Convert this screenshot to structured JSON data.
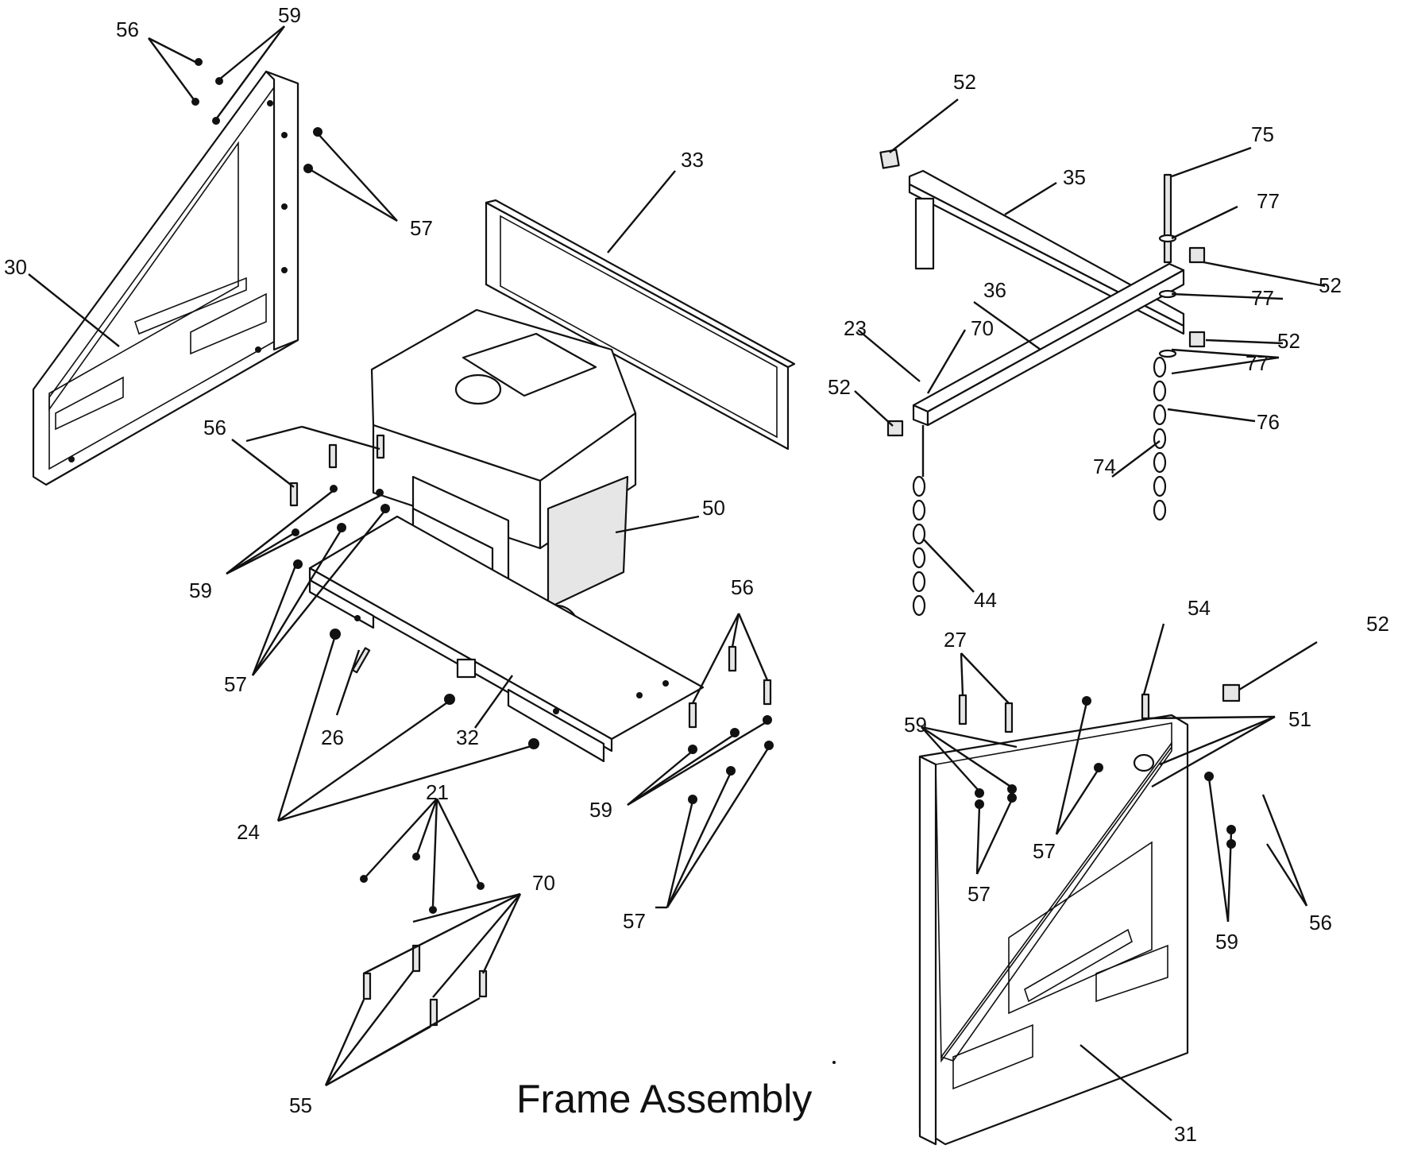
{
  "title": "Frame Assembly",
  "callouts": [
    "56",
    "59",
    "57",
    "30",
    "33",
    "52",
    "75",
    "35",
    "77",
    "52",
    "36",
    "77",
    "23",
    "70",
    "52",
    "52",
    "77",
    "76",
    "74",
    "44",
    "56",
    "59",
    "57",
    "50",
    "26",
    "32",
    "24",
    "56",
    "59",
    "57",
    "21",
    "70",
    "55",
    "27",
    "54",
    "52",
    "59",
    "51",
    "57",
    "57",
    "59",
    "56",
    "31"
  ]
}
